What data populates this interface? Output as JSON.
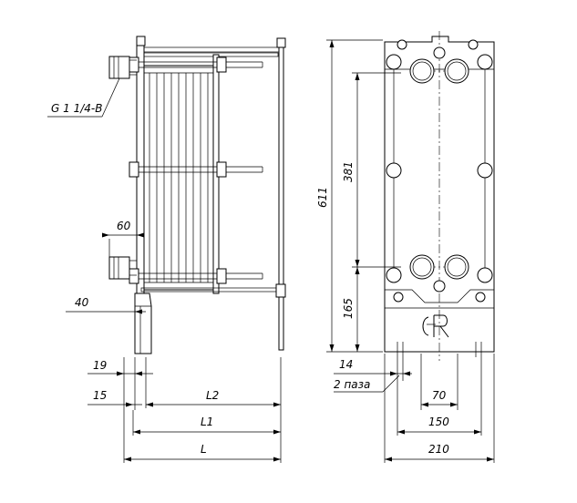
{
  "labels": {
    "thread": "G 1 1/4-B",
    "dim_60": "60",
    "dim_40": "40",
    "dim_19": "19",
    "dim_15": "15",
    "dim_L2": "L2",
    "dim_L1": "L1",
    "dim_L": "L",
    "dim_611": "611",
    "dim_381": "381",
    "dim_165": "165",
    "dim_14": "14",
    "slots": "2 паза",
    "dim_70": "70",
    "dim_150": "150",
    "dim_210": "210"
  }
}
